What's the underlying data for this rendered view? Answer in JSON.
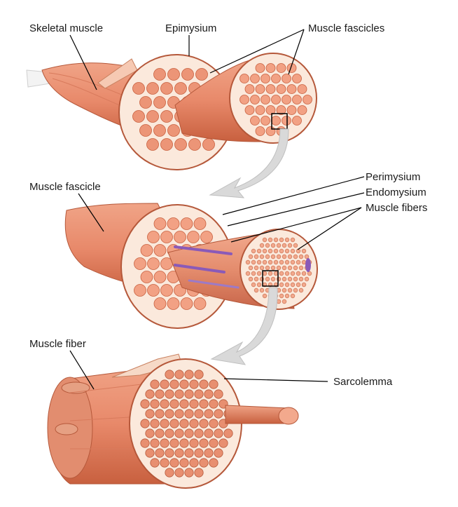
{
  "labels": {
    "skeletal_muscle": "Skeletal muscle",
    "epimysium": "Epimysium",
    "muscle_fascicles": "Muscle fascicles",
    "muscle_fascicle": "Muscle fascicle",
    "perimysium": "Perimysium",
    "endomysium": "Endomysium",
    "muscle_fibers": "Muscle fibers",
    "muscle_fiber": "Muscle fiber",
    "sarcolemma": "Sarcolemma"
  },
  "colors": {
    "muscle": "#e8896a",
    "muscle_dark": "#c8603f",
    "fiber_fill": "#f4a184",
    "sheath": "#fbe9dc",
    "arrow": "#d9d9d9",
    "nerve": "#8a5ab8",
    "leader": "#000000"
  }
}
